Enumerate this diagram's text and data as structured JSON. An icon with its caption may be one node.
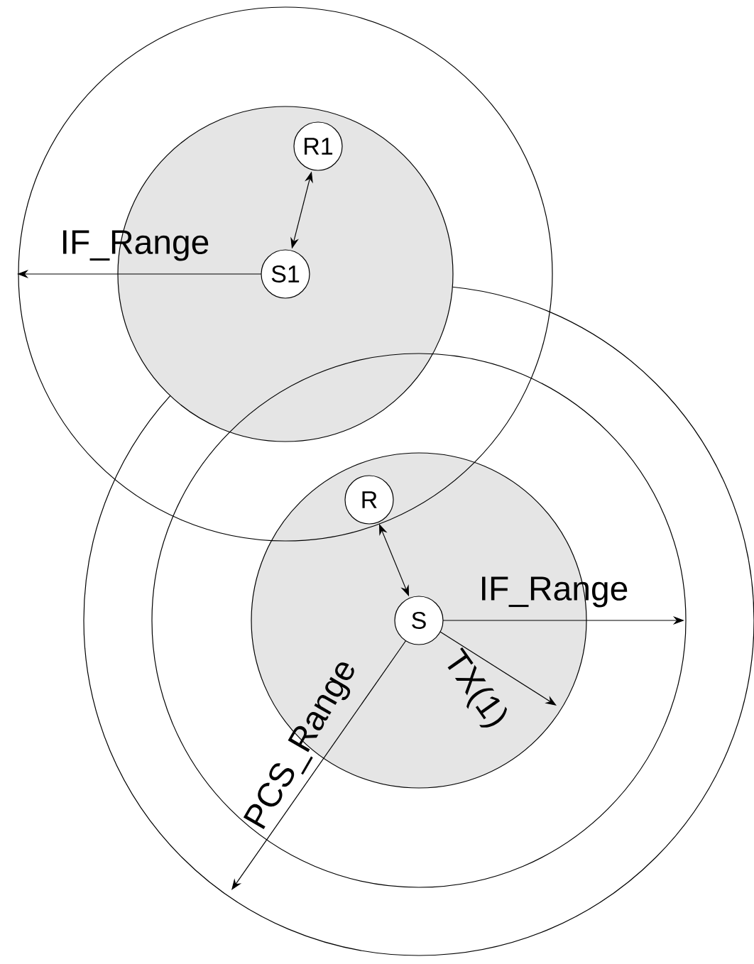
{
  "diagram": {
    "nodes": [
      {
        "text": [
          "R1"
        ]
      },
      {
        "text": [
          "S1"
        ]
      },
      {
        "text": [
          "R"
        ]
      },
      {
        "text": [
          "S"
        ]
      }
    ],
    "edges": [
      {
        "from": 0,
        "to": 1,
        "arrow": "both"
      },
      {
        "from": 2,
        "to": 3,
        "arrow": "both"
      }
    ],
    "labels": [
      "IF_Range",
      "IF_Range",
      "TX(1)",
      "PCS_Range"
    ]
  }
}
